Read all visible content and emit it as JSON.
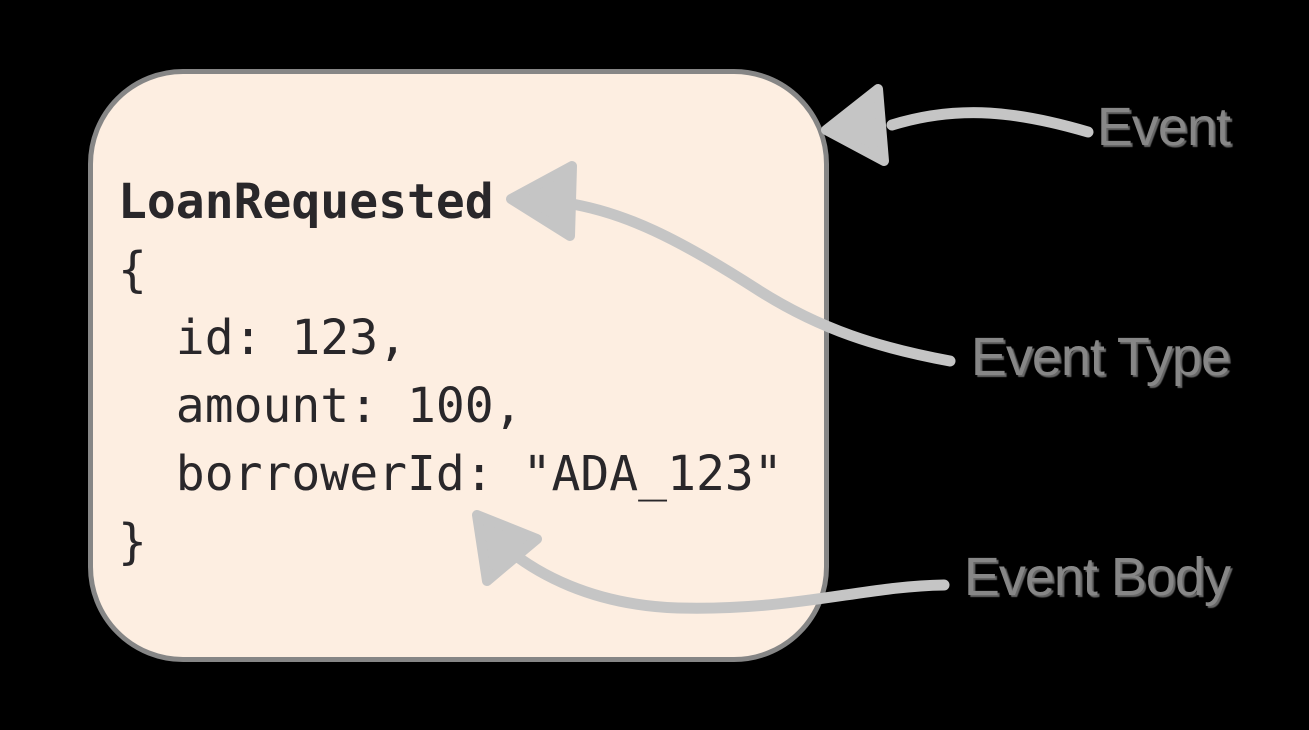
{
  "canvas": {
    "background_color": "#000000"
  },
  "card": {
    "title": "LoanRequested",
    "body_lines": [
      "{",
      "  id: 123,",
      "  amount: 100,",
      "  borrowerId: \"ADA_123\"",
      "}"
    ],
    "fill_color": "#fdeee1",
    "border_color": "#868686",
    "text_color": "#29272a"
  },
  "annotations": {
    "arrow_color": "#c5c5c5",
    "label_color": "#878787",
    "labels": [
      {
        "id": "event",
        "text": "Event"
      },
      {
        "id": "event-type",
        "text": "Event Type"
      },
      {
        "id": "event-body",
        "text": "Event Body"
      }
    ]
  }
}
